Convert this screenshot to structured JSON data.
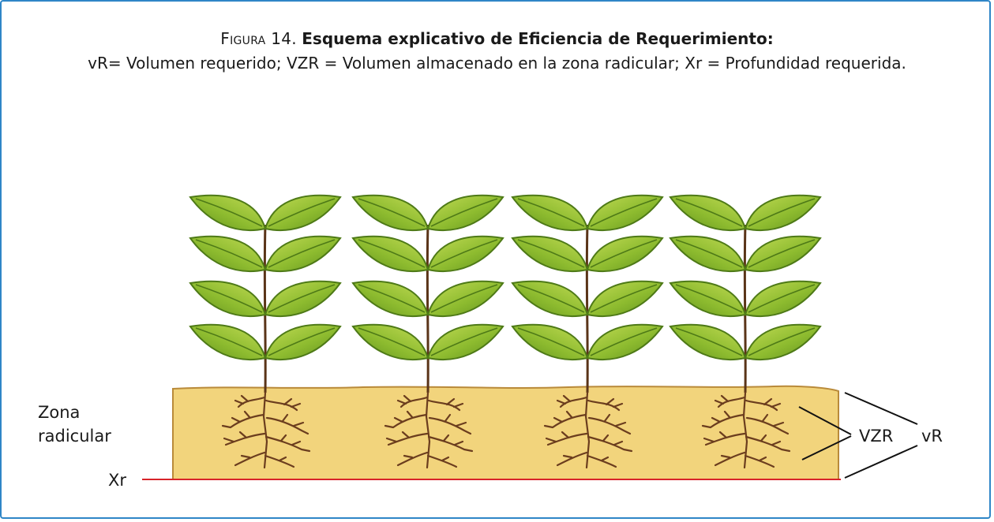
{
  "caption": {
    "figure_label": "Figura 14.",
    "title": "Esquema explicativo de Eficiencia de Requerimiento:",
    "legend": "vR= Volumen requerido; VZR = Volumen almacenado en la zona radicular; Xr = Profundidad requerida."
  },
  "diagram": {
    "zone_label_line1": "Zona",
    "zone_label_line2": "radicular",
    "depth_label": "Xr",
    "vzr_label": "VZR",
    "vr_label": "vR",
    "plant_count": 4,
    "colors": {
      "frame": "#2f86c7",
      "soil_fill": "#f2d47c",
      "soil_edge": "#b98a3a",
      "depth_line": "#d8232a",
      "leaf": "#8dbb2f",
      "leaf_dark": "#4e7a17",
      "stem": "#5a3418",
      "root": "#6b3d1e"
    }
  }
}
